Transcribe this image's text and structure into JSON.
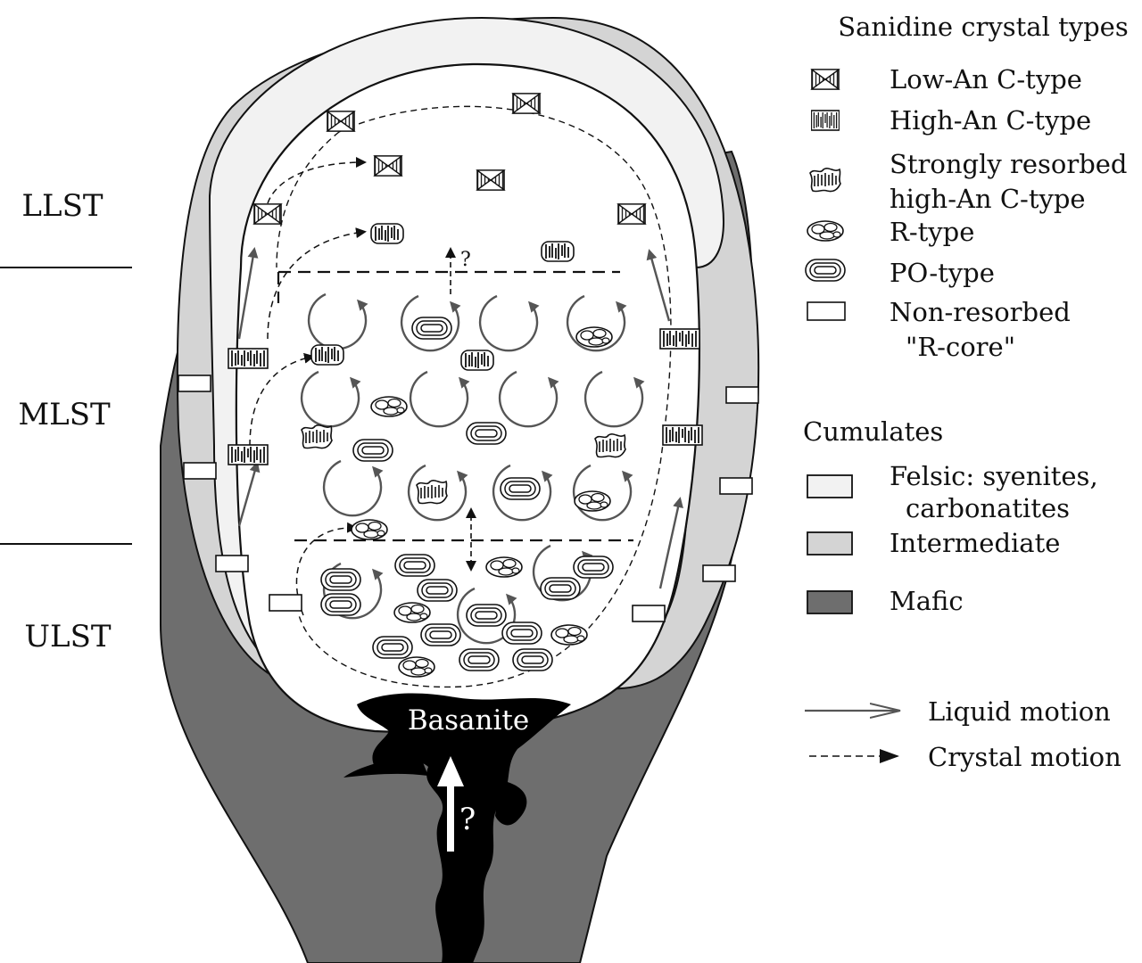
{
  "zones": {
    "llst": "LLST",
    "mlst": "MLST",
    "ulst": "ULST"
  },
  "legend": {
    "crystal_title": "Sanidine crystal types",
    "low_an": "Low-An C-type",
    "high_an": "High-An C-type",
    "resorbed_1": "Strongly resorbed",
    "resorbed_2": "high-An C-type",
    "r_type": "R-type",
    "po_type": "PO-type",
    "nonres_1": "Non-resorbed",
    "nonres_2": "\"R-core\"",
    "cumulates_title": "Cumulates",
    "felsic_1": "Felsic: syenites,",
    "felsic_2": "carbonatites",
    "intermediate": "Intermediate",
    "mafic": "Mafic",
    "liquid": "Liquid motion",
    "crystal": "Crystal motion"
  },
  "labels": {
    "basanite": "Basanite",
    "q_small": "?",
    "q_big": "?"
  },
  "colors": {
    "mafic": "#6e6e6e",
    "intermediate": "#d4d4d4",
    "felsic": "#f2f2f2",
    "basanite": "#000000",
    "liquid_arrow": "#555555"
  }
}
